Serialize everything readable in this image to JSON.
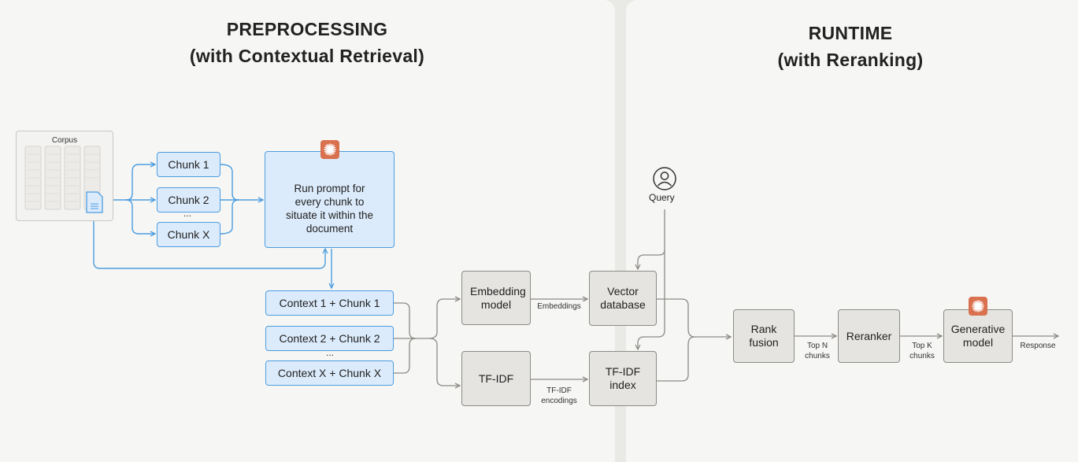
{
  "preprocessing": {
    "title_line1": "PREPROCESSING",
    "title_line2": "(with Contextual Retrieval)",
    "corpus_label": "Corpus",
    "chunks": [
      "Chunk 1",
      "Chunk 2",
      "Chunk X"
    ],
    "chunk_ellipsis": "...",
    "prompt_text": "Run prompt for every chunk to situate it within the document",
    "contexts": [
      "Context 1 + Chunk 1",
      "Context 2 + Chunk 2",
      "Context X + Chunk X"
    ],
    "context_ellipsis": "...",
    "embedding_model": "Embedding model",
    "tfidf": "TF-IDF",
    "embeddings_label": "Embeddings",
    "tfidf_encodings_label": "TF-IDF encodings",
    "vector_database": "Vector database",
    "tfidf_index": "TF-IDF index"
  },
  "runtime": {
    "title_line1": "RUNTIME",
    "title_line2": "(with Reranking)",
    "query_label": "Query",
    "rank_fusion": "Rank fusion",
    "top_n_label": "Top N chunks",
    "reranker": "Reranker",
    "top_k_label": "Top K chunks",
    "generative_model": "Generative model",
    "response_label": "Response"
  },
  "colors": {
    "blue_stroke": "#4c9de0",
    "blue_fill": "#dcebfb",
    "gray_stroke": "#8c8b87",
    "gray_fill": "#e5e4e1",
    "accent_orange": "#d9714f",
    "background": "#f6f6f4"
  },
  "icons": {
    "claude": "claude-starburst-icon",
    "query": "user-icon",
    "document": "document-icon"
  }
}
